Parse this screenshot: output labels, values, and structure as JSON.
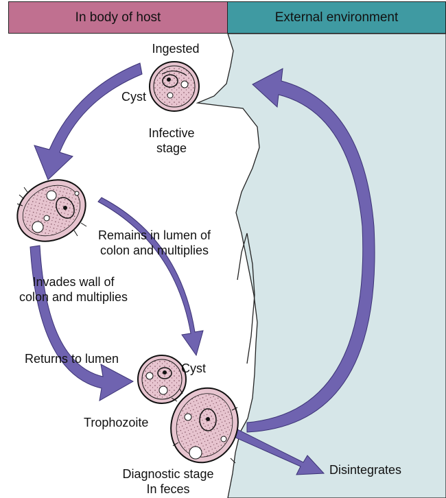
{
  "header": {
    "left": "In body of host",
    "right": "External environment"
  },
  "labels": {
    "ingested": "Ingested",
    "cyst_top": "Cyst",
    "infective_1": "Infective",
    "infective_2": "stage",
    "remains_1": "Remains in lumen of",
    "remains_2": "colon and multiplies",
    "invades_1": "Invades wall of",
    "invades_2": "colon and multiplies",
    "returns": "Returns to lumen",
    "cyst_bottom": "Cyst",
    "trophozoite": "Trophozoite",
    "diagnostic_1": "Diagnostic stage",
    "diagnostic_2": "In feces",
    "disintegrates": "Disintegrates"
  },
  "colors": {
    "header_left": "#c07090",
    "header_right": "#3f9aa2",
    "environment": "#d6e6e8",
    "arrow": "#6f63b0",
    "organism_fill": "#e7c4cf",
    "outline": "#111111"
  }
}
